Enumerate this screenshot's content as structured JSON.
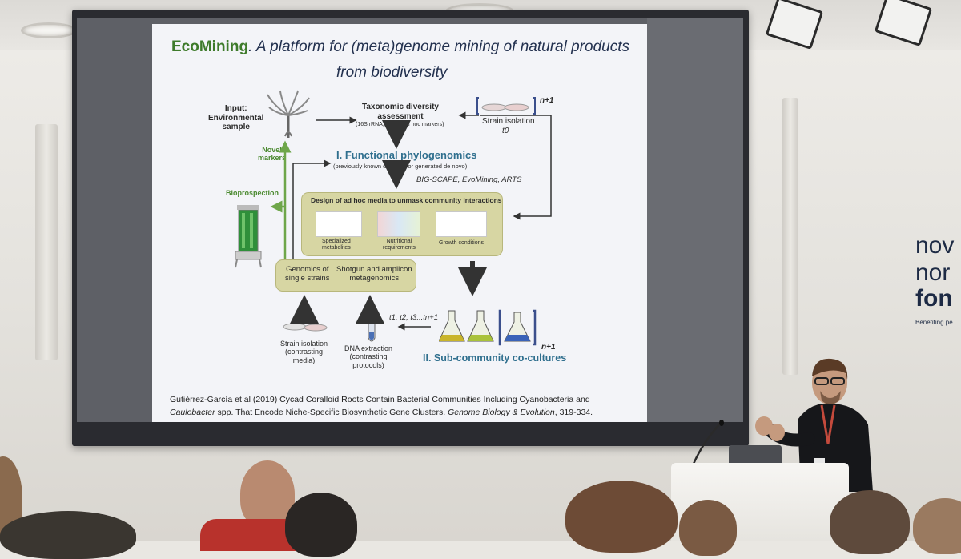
{
  "slide": {
    "title_brand": "EcoMining",
    "title_rest": ". A platform for (meta)genome mining of natural products",
    "title_line2": "from biodiversity",
    "input_label": "Input:\nEnvironmental\nsample",
    "taxonomic": "Taxonomic diversity\nassessment",
    "taxonomic_sub": "(16S rRNA, OTUs, ad hoc markers)",
    "strain_isolation_t0": "Strain isolation",
    "t0": "t0",
    "n_plus_1_top": "n+1",
    "functional": "I. Functional phylogenomics",
    "functional_sub": "(previously known data and/or generated de novo)",
    "tools": "BIG-SCAPE, EvoMining, ARTS",
    "novel_markers": "Novel\nmarkers",
    "bioprospection": "Bioprospection",
    "design_media": "Design of ad hoc media to unmask community interactions",
    "specialized_metabolites": "Specialized\nmetabolites",
    "nutritional_requirements": "Nutritional\nrequirements",
    "growth_conditions": "Growth conditions",
    "genomics_single": "Genomics of\nsingle strains",
    "shotgun": "Shotgun and amplicon\nmetagenomics",
    "strain_isolation_contrast": "Strain isolation\n(contrasting\nmedia)",
    "dna_extraction": "DNA extraction\n(contrasting\nprotocols)",
    "timepoints": "t1, t2, t3...tn+1",
    "n_plus_1_bottom": "n+1",
    "subcommunity": "II. Sub-community co-cultures",
    "citation_1": "Gutiérrez-García et al (2019) Cycad Coralloid Roots Contain Bacterial Communities Including Cyanobacteria and",
    "citation_2_italic": "Caulobacter",
    "citation_2_rest": " spp. That Encode Niche-Specific Biosynthetic Gene Clusters. ",
    "citation_journal": "Genome Biology & Evolution",
    "citation_pages": ", 319-334."
  },
  "room": {
    "logo_line1": "nov",
    "logo_line2": "nor",
    "logo_line3": "fon",
    "logo_tagline": "Benefiting pe"
  },
  "colors": {
    "slide_bg": "#f3f4f8",
    "brand_green": "#3e7b2b",
    "title_navy": "#23314f",
    "panel_olive": "#d7d6a3",
    "teal": "#2f6f8e"
  }
}
